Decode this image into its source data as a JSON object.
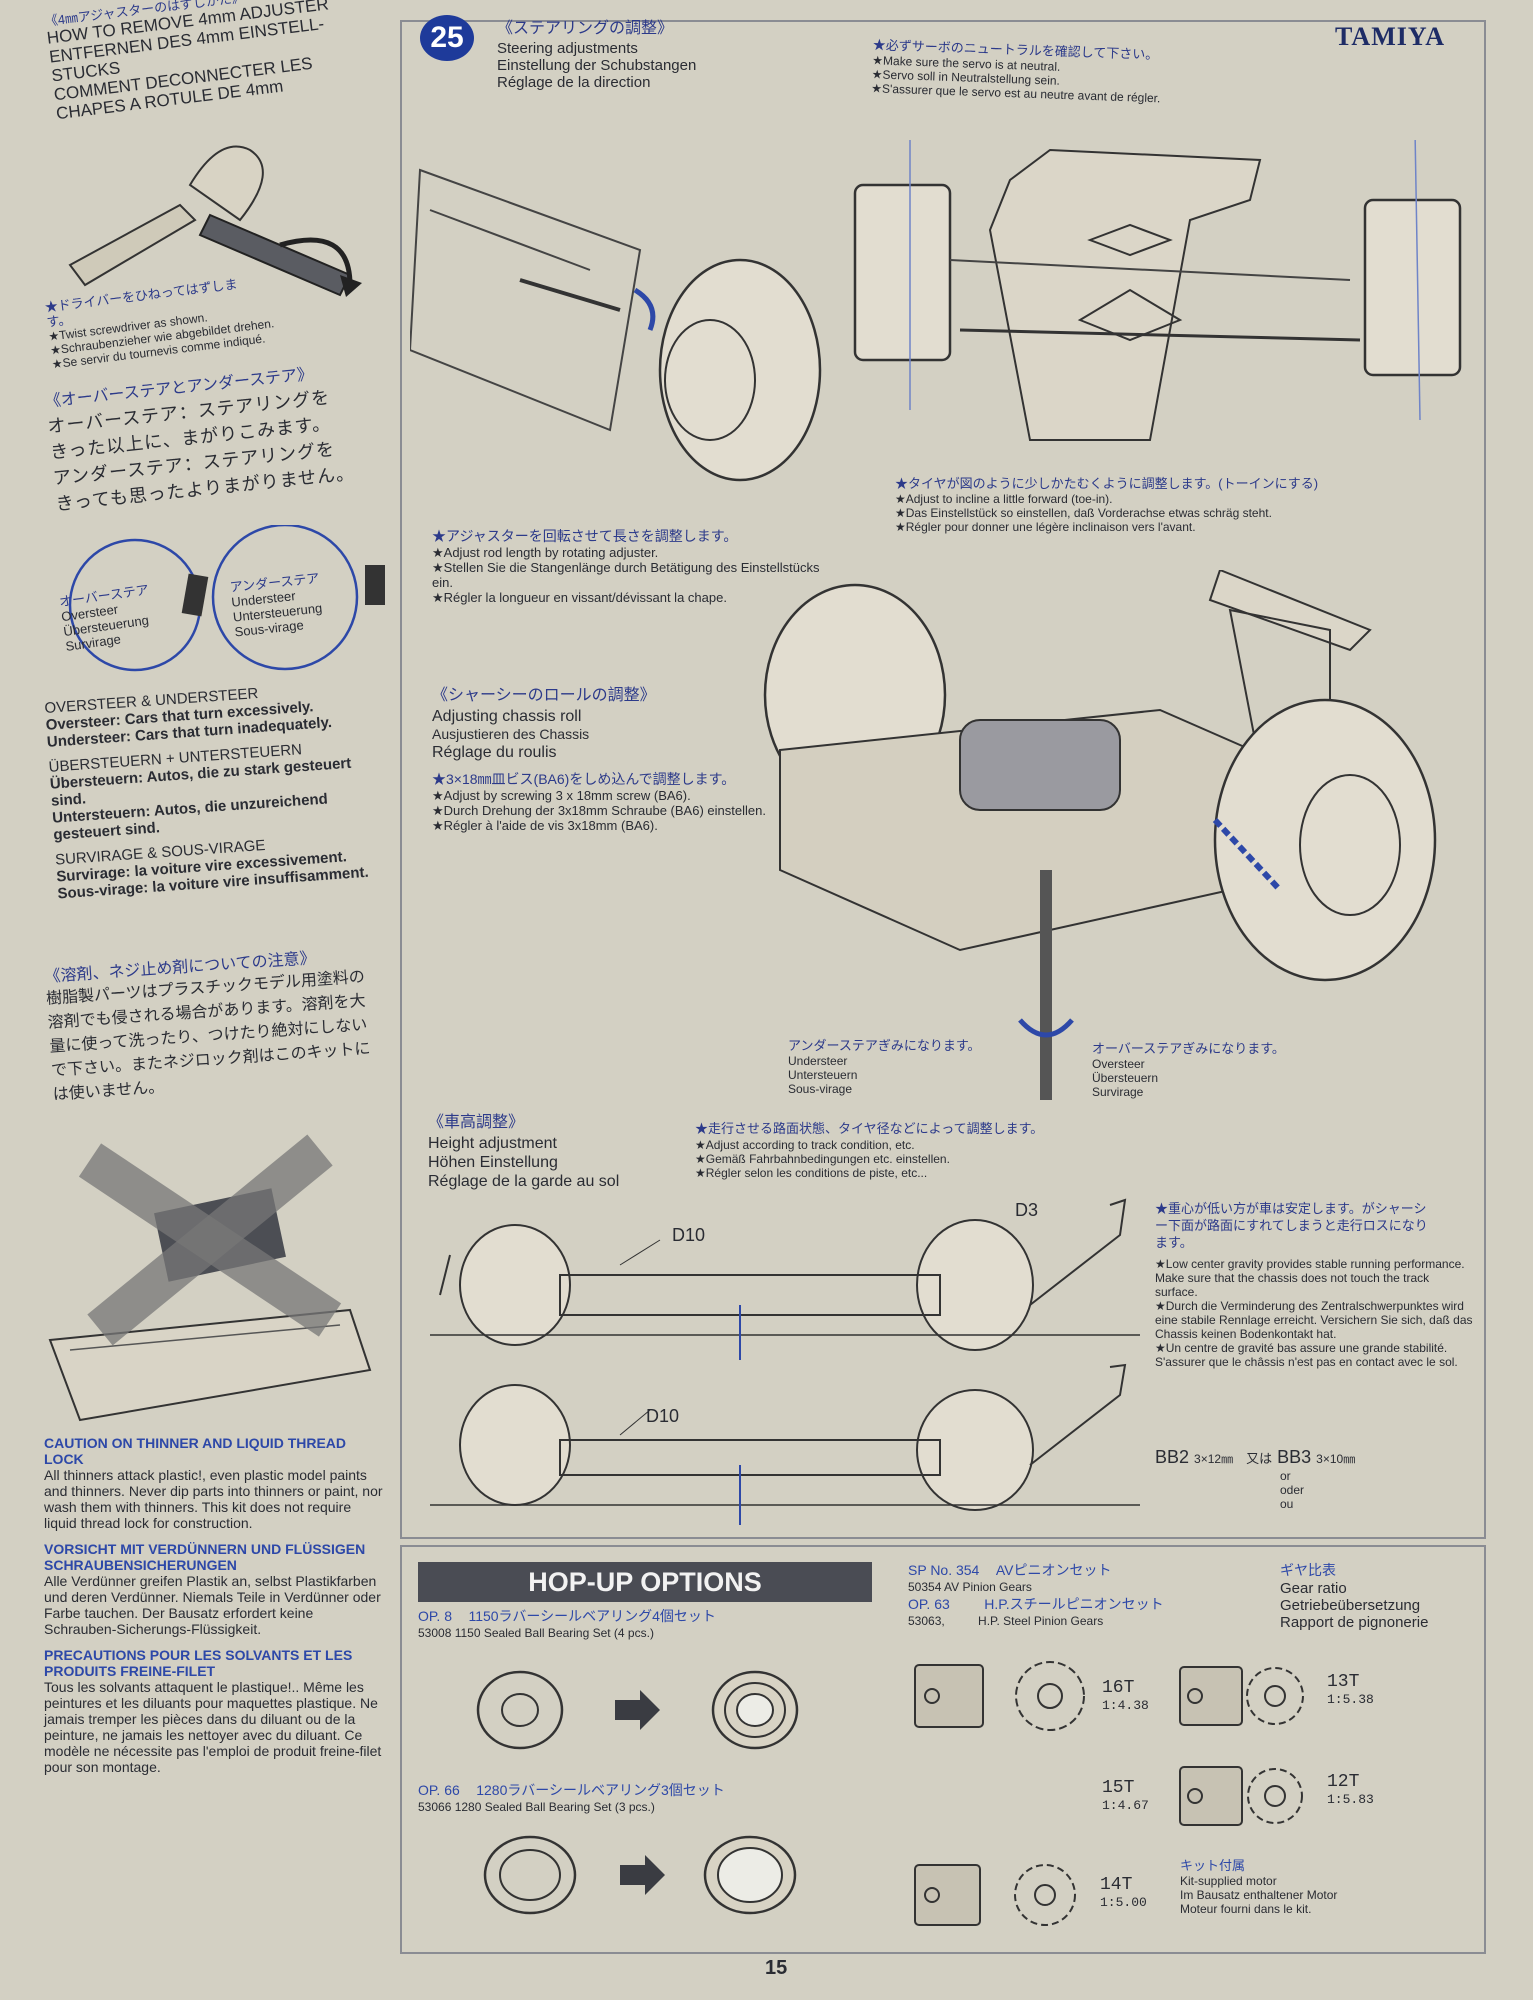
{
  "header": {
    "brand": "TAMIYA",
    "step_number": "25",
    "page_number": "15"
  },
  "left": {
    "adjuster": {
      "ja": "《4㎜アジャスターのはずしかた》",
      "en": "HOW TO REMOVE 4mm ADJUSTER",
      "de": "ENTFERNEN DES 4mm EINSTELL-STUCKS",
      "fr": "COMMENT DECONNECTER LES CHAPES A ROTULE DE 4mm",
      "note_ja": "★ドライバーをひねってはずします。",
      "note_en": "★Twist screwdriver as shown.",
      "note_de": "★Schraubenzieher wie abgebildet drehen.",
      "note_fr": "★Se servir du tournevis comme indiqué."
    },
    "steer": {
      "ja_title": "《オーバーステアとアンダーステア》",
      "ja_lines": [
        "オーバーステア：ステアリングを",
        "きった以上に、まがりこみます。",
        "アンダーステア：ステアリングを",
        "きっても思ったよりまがりません。"
      ],
      "over_ja": "オーバーステア",
      "over_en": "Oversteer",
      "over_de": "Übersteuerung",
      "over_fr": "Survirage",
      "under_ja": "アンダーステア",
      "under_en": "Understeer",
      "under_de": "Untersteuerung",
      "under_fr": "Sous-virage"
    },
    "defs": {
      "en_title": "OVERSTEER & UNDERSTEER",
      "en_1": "Oversteer: Cars that turn excessively.",
      "en_2": "Understeer: Cars that turn inadequately.",
      "de_title": "ÜBERSTEUERN + UNTERSTEUERN",
      "de_1": "Übersteuern: Autos, die zu stark gesteuert sind.",
      "de_2": "Untersteuern: Autos, die unzureichend gesteuert sind.",
      "fr_title": "SURVIRAGE & SOUS-VIRAGE",
      "fr_1": "Survirage: la voiture vire excessivement.",
      "fr_2": "Sous-virage: la voiture vire insuffisamment."
    },
    "solvent": {
      "ja_title": "《溶剤、ネジ止め剤についての注意》",
      "ja_body": "樹脂製パーツはプラスチックモデル用塗料の溶剤でも侵される場合があります。溶剤を大量に使って洗ったり、つけたり絶対にしないで下さい。またネジロック剤はこのキットには使いません。",
      "en_title": "CAUTION ON THINNER AND LIQUID THREAD LOCK",
      "en_body": "All thinners attack plastic!, even plastic model paints and thinners. Never dip parts into thinners or paint, nor wash them with thinners. This kit does not require liquid thread lock for construction.",
      "de_title": "VORSICHT MIT VERDÜNNERN UND FLÜSSIGEN SCHRAUBENSICHERUNGEN",
      "de_body": "Alle Verdünner greifen Plastik an, selbst Plastikfarben und deren Verdünner. Niemals Teile in Verdünner oder Farbe tauchen. Der Bausatz erfordert keine Schrauben-Sicherungs-Flüssigkeit.",
      "fr_title": "PRECAUTIONS POUR LES SOLVANTS ET LES PRODUITS FREINE-FILET",
      "fr_body": "Tous les solvants attaquent le plastique!.. Même les peintures et les diluants pour maquettes plastique. Ne jamais tremper les pièces dans du diluant ou de la peinture, ne jamais les nettoyer avec du diluant. Ce modèle ne nécessite pas l'emploi de produit freine-filet pour son montage."
    }
  },
  "step25": {
    "title_ja": "《ステアリングの調整》",
    "title_en": "Steering adjustments",
    "title_de": "Einstellung der Schubstangen",
    "title_fr": "Réglage de la direction",
    "servo_ja": "★必ずサーボのニュートラルを確認して下さい。",
    "servo_en": "★Make sure the servo is at neutral.",
    "servo_de": "★Servo soll in Neutralstellung sein.",
    "servo_fr": "★S'assurer que le servo est au neutre avant de régler.",
    "rod_ja": "★アジャスターを回転させて長さを調整します。",
    "rod_en": "★Adjust rod length by rotating adjuster.",
    "rod_de": "★Stellen Sie die Stangenlänge durch Betätigung des Einstellstücks ein.",
    "rod_fr": "★Régler la longueur en vissant/dévissant la chape.",
    "toe_ja": "★タイヤが図のように少しかたむくように調整します。(トーインにする)",
    "toe_en": "★Adjust to incline a little forward (toe-in).",
    "toe_de": "★Das Einstellstück so einstellen, daß Vorderachse etwas schräg steht.",
    "toe_fr": "★Régler pour donner une légère inclinaison vers l'avant."
  },
  "roll": {
    "title_ja": "《シャーシーのロールの調整》",
    "en": "Adjusting chassis roll",
    "de": "Ausjustieren des Chassis",
    "fr": "Réglage du roulis",
    "screw_ja": "★3×18㎜皿ビス(BA6)をしめ込んで調整します。",
    "screw_en": "★Adjust by screwing 3 x 18mm screw (BA6).",
    "screw_de": "★Durch Drehung der 3x18mm Schraube (BA6) einstellen.",
    "screw_fr": "★Régler à l'aide de vis 3x18mm (BA6).",
    "under_ja": "アンダーステアぎみになります。",
    "under_en": "Understeer",
    "under_de": "Untersteuern",
    "under_fr": "Sous-virage",
    "over_ja": "オーバーステアぎみになります。",
    "over_en": "Oversteer",
    "over_de": "Übersteuern",
    "over_fr": "Survirage"
  },
  "height": {
    "title_ja": "《車高調整》",
    "en": "Height adjustment",
    "de": "Höhen Einstellung",
    "fr": "Réglage de la garde au sol",
    "note_ja": "★走行させる路面状態、タイヤ径などによって調整します。",
    "note_en": "★Adjust according to track condition, etc.",
    "note_de": "★Gemäß Fahrbahnbedingungen etc. einstellen.",
    "note_fr": "★Régler selon les conditions de piste, etc...",
    "cg_ja": "★重心が低い方が車は安定します。がシャーシー下面が路面にすれてしまうと走行ロスになります。",
    "cg_en": "★Low center gravity provides stable running performance. Make sure that the chassis does not touch the track surface.",
    "cg_de": "★Durch die Verminderung des Zentralschwerpunktes wird eine stabile Rennlage erreicht. Versichern Sie sich, daß das Chassis keinen Bodenkontakt hat.",
    "cg_fr": "★Un centre de gravité bas assure une grande stabilité. S'assurer que le châssis n'est pas en contact avec le sol.",
    "d10": "D10",
    "d3": "D3",
    "bb2": "BB2",
    "bb2_size": "3×12㎜",
    "mata": "又は",
    "bb3": "BB3",
    "bb3_size": "3×10㎜",
    "or_en": "or",
    "or_de": "oder",
    "or_fr": "ou"
  },
  "hopup": {
    "title": "HOP-UP OPTIONS",
    "op8_code": "OP. 8",
    "op8_ja": "1150ラバーシールベアリング4個セット",
    "op8_en": "53008 1150 Sealed Ball Bearing Set (4 pcs.)",
    "op66_code": "OP. 66",
    "op66_ja": "1280ラバーシールベアリング3個セット",
    "op66_en": "53066 1280 Sealed Ball Bearing Set (3 pcs.)",
    "sp_code": "SP No. 354",
    "sp_ja": "AVピニオンセット",
    "sp_en": "50354 AV Pinion Gears",
    "op63_code": "OP. 63",
    "op63_ja": "H.P.スチールピニオンセット",
    "op63_en": "53063,",
    "op63_en2": "H.P. Steel Pinion Gears",
    "ratio_ja": "ギヤ比表",
    "ratio_en": "Gear ratio",
    "ratio_de": "Getriebeübersetzung",
    "ratio_fr": "Rapport de pignonerie",
    "gears": [
      {
        "t": "16T",
        "r": "1:4.38"
      },
      {
        "t": "13T",
        "r": "1:5.38"
      },
      {
        "t": "15T",
        "r": "1:4.67"
      },
      {
        "t": "12T",
        "r": "1:5.83"
      },
      {
        "t": "14T",
        "r": "1:5.00"
      }
    ],
    "kit_ja": "キット付属",
    "kit_en": "Kit-supplied motor",
    "kit_de": "Im Bausatz enthaltener Motor",
    "kit_fr": "Moteur fourni dans le kit."
  }
}
